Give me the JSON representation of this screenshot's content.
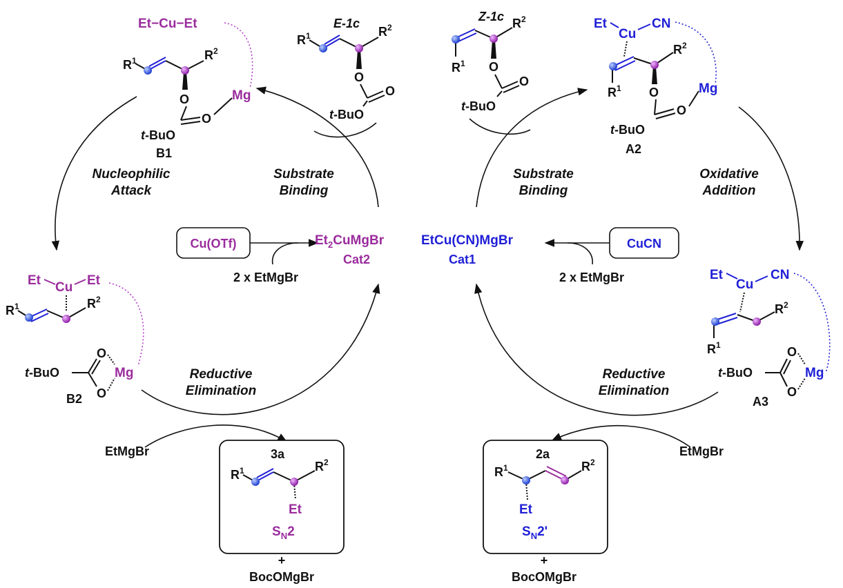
{
  "colors": {
    "magenta": "#9a2c9d",
    "blue": "#1f1fd6",
    "black": "#111111",
    "ball_blue": "#2d5cf0",
    "ball_magenta": "#b23cc8"
  },
  "center": {
    "cat2_formula": "Et2CuMgBr",
    "cat2_sub": "2",
    "cat1_formula": "EtCu(CN)MgBr",
    "cat2_label": "Cat2",
    "cat1_label": "Cat1"
  },
  "reagents": {
    "left_box": "Cu(OTf)",
    "right_box": "CuCN",
    "left_grignard": "2 x EtMgBr",
    "right_grignard": "2 x EtMgBr",
    "etmgbr_left": "EtMgBr",
    "etmgbr_right": "EtMgBr"
  },
  "steps": {
    "nucleophilic": [
      "Nucleophilic",
      "Attack"
    ],
    "binding_left": [
      "Substrate",
      "Binding"
    ],
    "binding_right": [
      "Substrate",
      "Binding"
    ],
    "oxidative": [
      "Oxidative",
      "Addition"
    ],
    "reductive_left": [
      "Reductive",
      "Elimination"
    ],
    "reductive_right": [
      "Reductive",
      "Elimination"
    ]
  },
  "substrates": {
    "e1c": "E-1c",
    "z1c": "Z-1c"
  },
  "intermediates": {
    "b1": "B1",
    "b2": "B2",
    "a2": "A2",
    "a3": "A3"
  },
  "products": {
    "p3a": {
      "label": "3a",
      "group": "Et",
      "mech": "SN2",
      "byproduct": "BocOMgBr"
    },
    "p2a": {
      "label": "2a",
      "group": "Et",
      "mech": "SN2'",
      "byproduct": "BocOMgBr"
    }
  },
  "atoms": {
    "et": "Et",
    "cu": "Cu",
    "cn": "CN",
    "mg": "Mg",
    "r1": "R",
    "r2": "R",
    "sup1": "1",
    "sup2": "2",
    "o": "O",
    "tbuo": "t-BuO",
    "tbu_t": "t",
    "tbu_rest": "-BuO",
    "plus": "+"
  }
}
